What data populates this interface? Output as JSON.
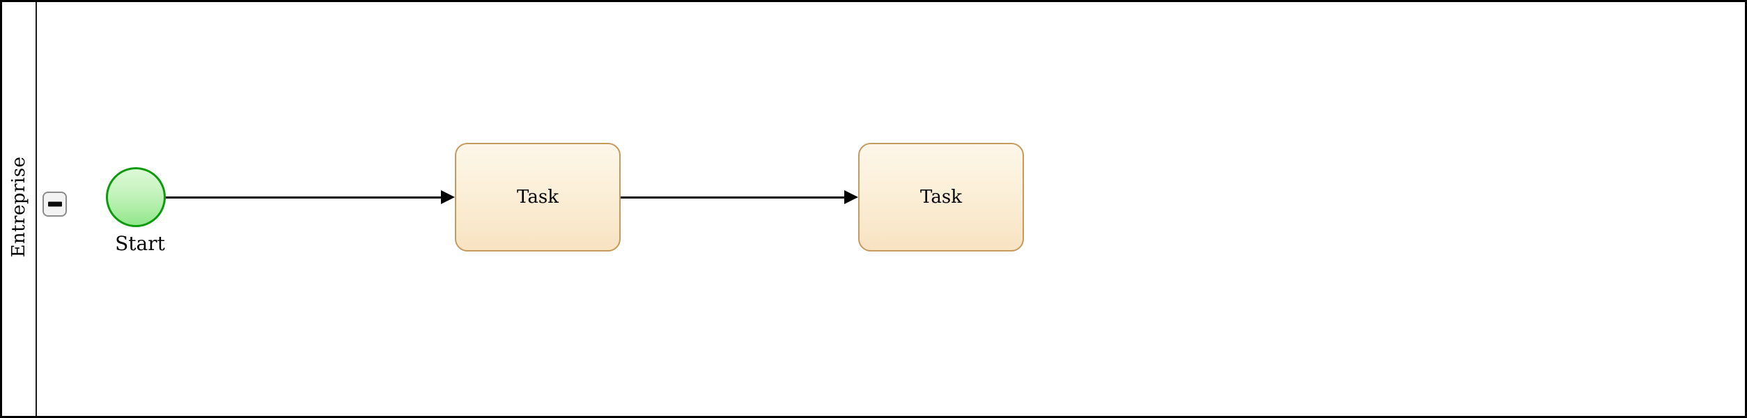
{
  "diagram": {
    "kind": "bpmn-process",
    "pool": {
      "label": "Entreprise",
      "collapse_button_glyph": "−"
    },
    "nodes": [
      {
        "id": "start",
        "type": "start-event",
        "label": "Start"
      },
      {
        "id": "task-1",
        "type": "task",
        "label": "Task"
      },
      {
        "id": "task-2",
        "type": "task",
        "label": "Task"
      }
    ],
    "edges": [
      {
        "from": "start",
        "to": "task-1",
        "type": "sequence-flow"
      },
      {
        "from": "task-1",
        "to": "task-2",
        "type": "sequence-flow"
      }
    ],
    "colors": {
      "pool_border": "#000000",
      "lane_divider": "#1a1a1a",
      "start_border": "#0c9b0c",
      "start_fill_top": "#dcf9d6",
      "start_fill_bottom": "#92e78c",
      "task_border": "#c49a5f",
      "task_fill_top": "#fdf7e9",
      "task_fill_bottom": "#f8e3c2",
      "connector": "#000000",
      "collapse_button_border": "#8c8c8c",
      "collapse_button_fill": "#f3f3f3"
    }
  }
}
